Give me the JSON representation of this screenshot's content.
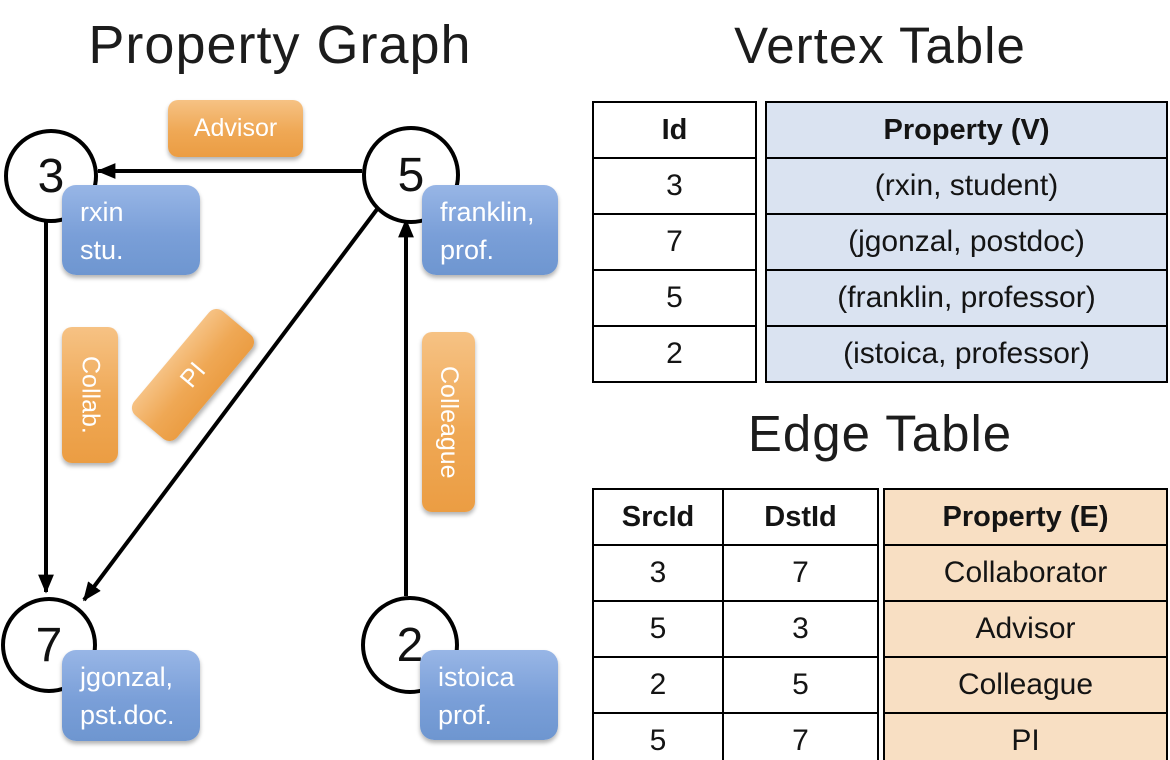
{
  "graph": {
    "title": "Property Graph",
    "nodes": [
      {
        "id": "3",
        "line1": "rxin",
        "line2": "stu."
      },
      {
        "id": "5",
        "line1": "franklin,",
        "line2": "prof."
      },
      {
        "id": "7",
        "line1": "jgonzal,",
        "line2": "pst.doc."
      },
      {
        "id": "2",
        "line1": "istoica",
        "line2": "prof."
      }
    ],
    "edge_labels": {
      "advisor": "Advisor",
      "collab": "Collab.",
      "pi": "PI",
      "colleague": "Colleague"
    }
  },
  "vertex_table": {
    "title": "Vertex Table",
    "headers": {
      "id": "Id",
      "property": "Property (V)"
    },
    "rows": [
      {
        "id": "3",
        "property": "(rxin, student)"
      },
      {
        "id": "7",
        "property": "(jgonzal, postdoc)"
      },
      {
        "id": "5",
        "property": "(franklin, professor)"
      },
      {
        "id": "2",
        "property": "(istoica, professor)"
      }
    ]
  },
  "edge_table": {
    "title": "Edge Table",
    "headers": {
      "src": "SrcId",
      "dst": "DstId",
      "property": "Property (E)"
    },
    "rows": [
      {
        "src": "3",
        "dst": "7",
        "property": "Collaborator"
      },
      {
        "src": "5",
        "dst": "3",
        "property": "Advisor"
      },
      {
        "src": "2",
        "dst": "5",
        "property": "Colleague"
      },
      {
        "src": "5",
        "dst": "7",
        "property": "PI"
      }
    ]
  },
  "colors": {
    "edge_label_orange": "#efa855",
    "vertex_box_blue": "#7a9fd8",
    "vertex_table_fill": "#dae3f1",
    "edge_table_fill": "#f8dfc3",
    "line_black": "#000000"
  }
}
